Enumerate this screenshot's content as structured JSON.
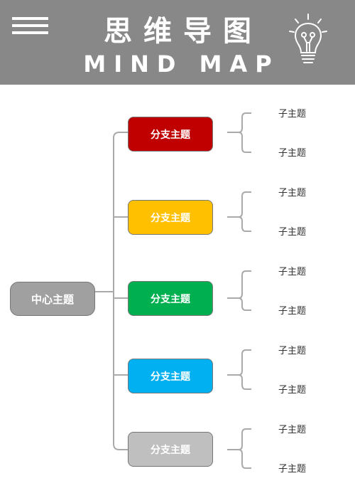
{
  "header": {
    "title_cn": "思维导图",
    "title_en": "MIND MAP",
    "background": "#888888",
    "icons": [
      "menu-icon",
      "lightbulb-icon"
    ]
  },
  "mindmap": {
    "center": {
      "label": "中心主题",
      "color": "#A0A0A0"
    },
    "branches": [
      {
        "label": "分支主题",
        "color": "#C00000",
        "children": [
          "子主题",
          "子主题"
        ]
      },
      {
        "label": "分支主题",
        "color": "#FFC000",
        "children": [
          "子主题",
          "子主题"
        ]
      },
      {
        "label": "分支主题",
        "color": "#00B050",
        "children": [
          "子主题",
          "子主题"
        ]
      },
      {
        "label": "分支主题",
        "color": "#00B0F0",
        "children": [
          "子主题",
          "子主题"
        ]
      },
      {
        "label": "分支主题",
        "color": "#BFBFBF",
        "children": [
          "子主题",
          "子主题"
        ]
      }
    ],
    "connector_color": "#AAAAAA"
  }
}
